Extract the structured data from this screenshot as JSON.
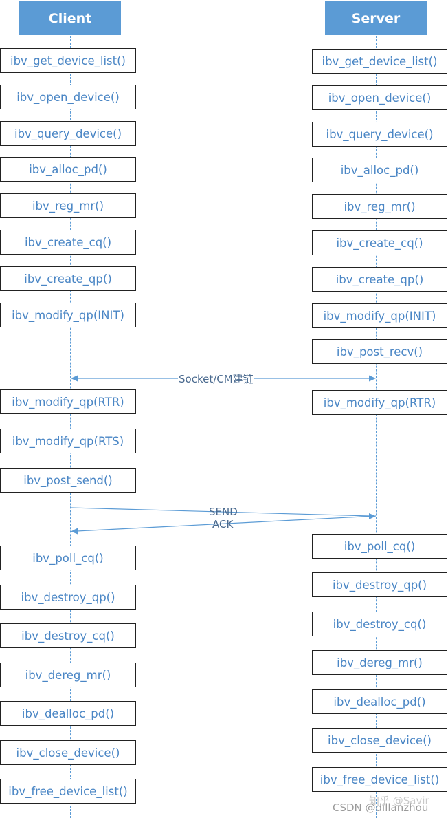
{
  "client": {
    "title": "Client",
    "calls": [
      "ibv_get_device_list()",
      "ibv_open_device()",
      "ibv_query_device()",
      "ibv_alloc_pd()",
      "ibv_reg_mr()",
      "ibv_create_cq()",
      "ibv_create_qp()",
      "ibv_modify_qp(INIT)",
      "ibv_modify_qp(RTR)",
      "ibv_modify_qp(RTS)",
      "ibv_post_send()",
      "ibv_poll_cq()",
      "ibv_destroy_qp()",
      "ibv_destroy_cq()",
      "ibv_dereg_mr()",
      "ibv_dealloc_pd()",
      "ibv_close_device()",
      "ibv_free_device_list()"
    ]
  },
  "server": {
    "title": "Server",
    "calls": [
      "ibv_get_device_list()",
      "ibv_open_device()",
      "ibv_query_device()",
      "ibv_alloc_pd()",
      "ibv_reg_mr()",
      "ibv_create_cq()",
      "ibv_create_qp()",
      "ibv_modify_qp(INIT)",
      "ibv_post_recv()",
      "ibv_modify_qp(RTR)",
      "ibv_poll_cq()",
      "ibv_destroy_qp()",
      "ibv_destroy_cq()",
      "ibv_dereg_mr()",
      "ibv_dealloc_pd()",
      "ibv_close_device()",
      "ibv_free_device_list()"
    ]
  },
  "messages": {
    "connect": "Socket/CM建链",
    "send": "SEND",
    "ack": "ACK"
  },
  "watermark": {
    "zhihu": "知乎 @Savir",
    "csdn": "CSDN @dillanzhou"
  },
  "colors": {
    "header_fill": "#5b9bd5",
    "text": "#4a86c5",
    "arrow": "#5b9bd5"
  }
}
